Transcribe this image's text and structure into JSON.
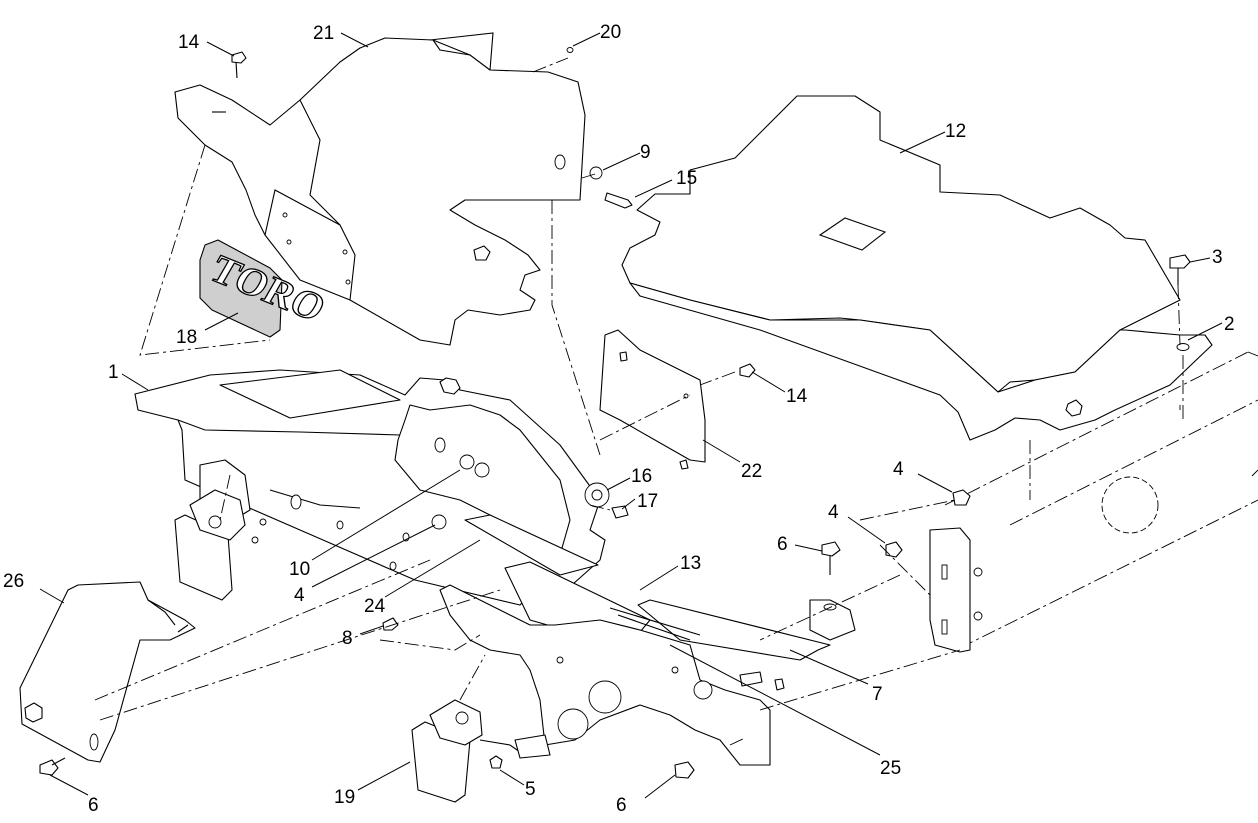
{
  "diagram": {
    "brand_logo_text": "TORO",
    "callouts": [
      "14",
      "21",
      "20",
      "9",
      "15",
      "12",
      "3",
      "2",
      "18",
      "1",
      "14",
      "22",
      "16",
      "17",
      "4",
      "4",
      "6",
      "10",
      "4",
      "24",
      "13",
      "26",
      "8",
      "7",
      "19",
      "5",
      "6",
      "25",
      "6"
    ]
  }
}
